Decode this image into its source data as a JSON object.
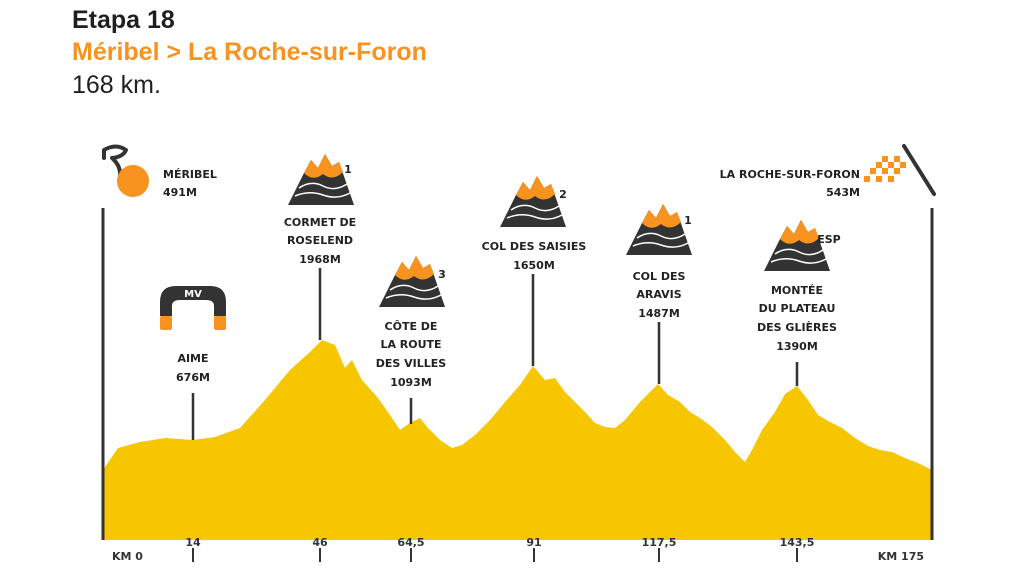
{
  "header": {
    "stage": "Etapa 18",
    "route": "Méribel > La Roche-sur-Foron",
    "distance": "168 km."
  },
  "colors": {
    "profile": "#f6c600",
    "accent": "#f7931e",
    "dark": "#333333"
  },
  "start": {
    "name": "MÉRIBEL",
    "alt": "491M",
    "icon": "cyclist-sun-icon"
  },
  "finish": {
    "name": "LA ROCHE-SUR-FORON",
    "alt": "543M",
    "icon": "finish-flag-icon"
  },
  "sprint": {
    "badge": "MV",
    "name": "AIME",
    "alt": "676M",
    "icon": "sprint-arch-icon"
  },
  "climbs": [
    {
      "lines": [
        "CORMET DE",
        "ROSELEND"
      ],
      "alt": "1968M",
      "cat": "1"
    },
    {
      "lines": [
        "CÔTE DE",
        "LA ROUTE",
        "DES VILLES"
      ],
      "alt": "1093M",
      "cat": "3"
    },
    {
      "lines": [
        "COL DES SAISIES"
      ],
      "alt": "1650M",
      "cat": "2"
    },
    {
      "lines": [
        "COL DES",
        "ARAVIS"
      ],
      "alt": "1487M",
      "cat": "1"
    },
    {
      "lines": [
        "MONTÉE",
        "DU PLATEAU",
        "DES GLIÈRES"
      ],
      "alt": "1390M",
      "cat": "ESP"
    }
  ],
  "km_ticks": [
    "KM 0",
    "14",
    "46",
    "64,5",
    "91",
    "117,5",
    "143,5",
    "KM 175"
  ]
}
